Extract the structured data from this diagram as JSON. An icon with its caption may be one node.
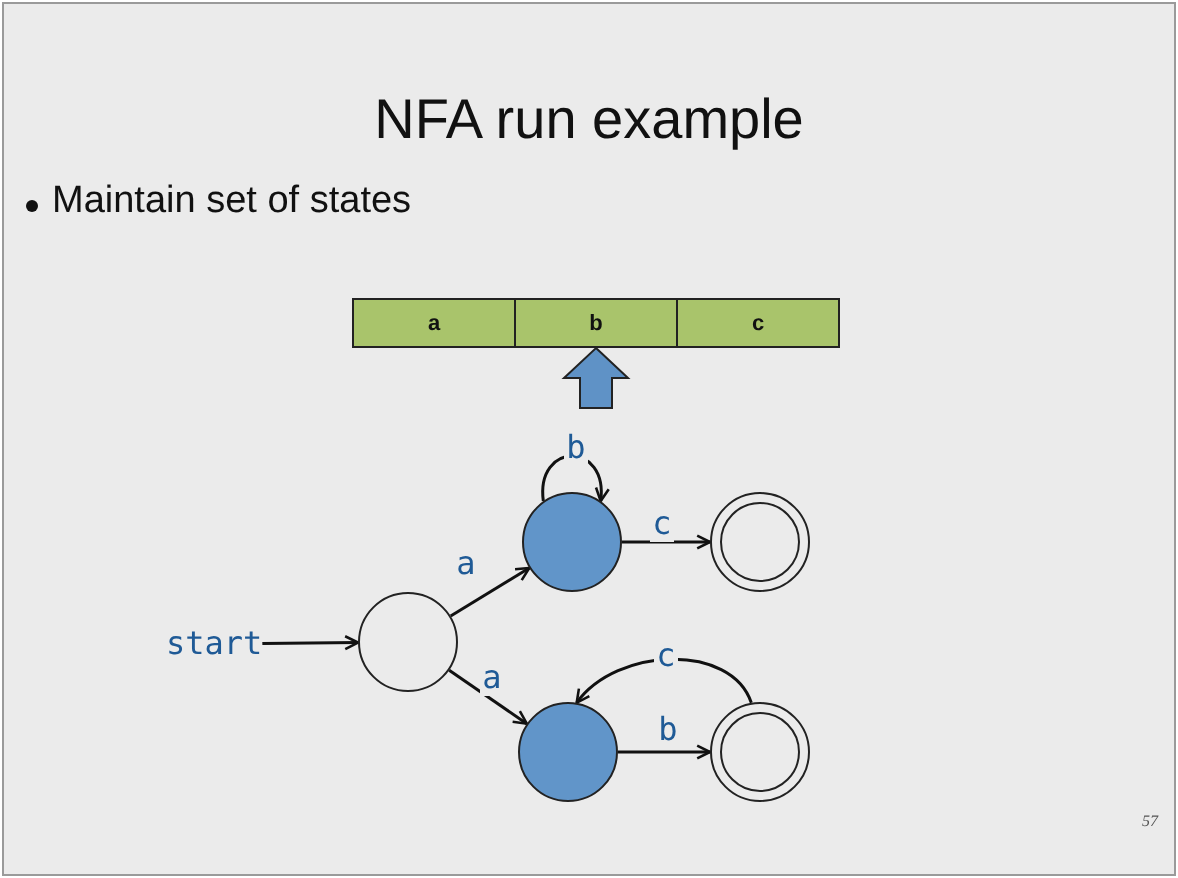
{
  "diagram": {
    "title": "NFA run example",
    "nodes": [
      {
        "text": [
          "a"
        ]
      },
      {
        "text": [
          "b"
        ]
      },
      {
        "text": [
          "c"
        ]
      },
      {
        "text": [
          "start"
        ]
      },
      {
        "text": [],
        "shape": "circle"
      },
      {
        "text": [],
        "shape": "circle"
      },
      {
        "text": [],
        "shape": "circle"
      },
      {
        "text": [],
        "shape": "circle"
      },
      {
        "text": [],
        "shape": "circle"
      }
    ],
    "edges": [
      {
        "from": 3,
        "to": 4,
        "arrow": "to"
      },
      {
        "from": 4,
        "to": 5,
        "arrow": "to",
        "label": "a"
      },
      {
        "from": 5,
        "to": 5,
        "arrow": "to",
        "label": "b"
      },
      {
        "from": 5,
        "to": 6,
        "arrow": "to",
        "label": "c"
      },
      {
        "from": 4,
        "to": 7,
        "arrow": "to",
        "label": "a"
      },
      {
        "from": 7,
        "to": 8,
        "arrow": "to",
        "label": "b"
      },
      {
        "from": 8,
        "to": 7,
        "arrow": "to",
        "label": "c"
      },
      {
        "from": null,
        "to": 1,
        "arrow": "to",
        "style": "thick"
      }
    ],
    "labels": [
      "Maintain set of states",
      "57"
    ]
  }
}
